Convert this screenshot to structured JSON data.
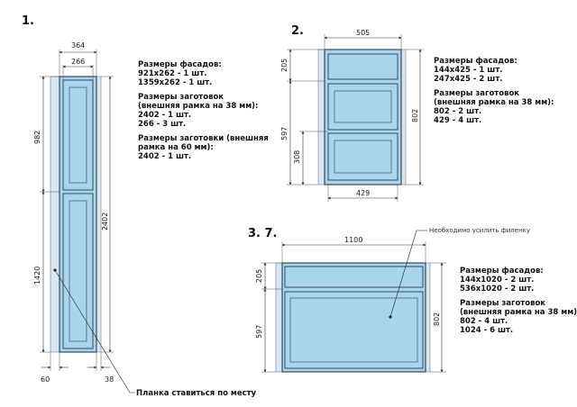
{
  "colors": {
    "panel_fill": "#a9d4ee",
    "outline": "#2a3f4f",
    "post_fill": "#d9e6f0"
  },
  "section1": {
    "label": "1.",
    "dims": {
      "w364": "364",
      "w266": "266",
      "h982": "982",
      "h1420": "1420",
      "h2402": "2402",
      "b60": "60",
      "b38": "38"
    },
    "notes": [
      "Размеры фасадов:",
      "921x262 - 1 шт.",
      "1359x262 - 1 шт.",
      "Размеры заготовок",
      "(внешняя рамка на 38 мм):",
      "2402 - 1 шт.",
      "266 - 3 шт.",
      "Размеры заготовки (внешняя",
      "рамка на 60 мм):",
      "2402 - 1 шт."
    ],
    "callout": "Планка ставиться по месту"
  },
  "section2": {
    "label": "2.",
    "dims": {
      "w505": "505",
      "w429": "429",
      "h205": "205",
      "h597": "597",
      "h308": "308",
      "h802": "802"
    },
    "notes": [
      "Размеры фасадов:",
      "144x425 - 1 шт.",
      "247x425 - 2 шт.",
      "Размеры заготовок",
      "(внешняя рамка на 38 мм):",
      "802 - 2 шт.",
      "429 - 4 шт."
    ]
  },
  "section3": {
    "label": "3. 7.",
    "dims": {
      "w1100": "1100",
      "h205": "205",
      "h597": "597",
      "h802": "802"
    },
    "callout": "Необходимо усилить филенку",
    "notes": [
      "Размеры фасадов:",
      "144x1020 - 2 шт.",
      "536x1020 - 2 шт.",
      "Размеры заготовок",
      "(внешняя рамка на 38 мм):",
      "802 - 4 шт.",
      "1024 - 6 шт."
    ]
  }
}
